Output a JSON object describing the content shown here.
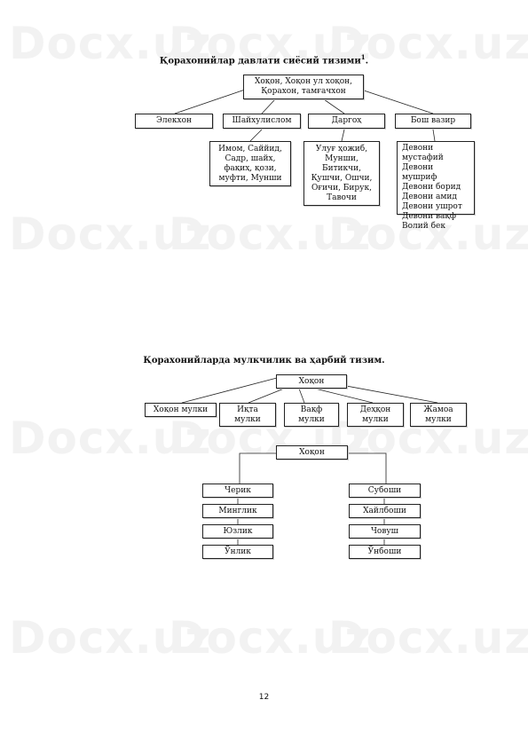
{
  "watermark": "Docx.uz",
  "diagram1": {
    "title": "Қорахонийлар давлати сиёсий тизими",
    "footnote": "1",
    "root": "Хоқон, Хоқон ул хоқон,\nҚорахон, тамғачхон",
    "branches": [
      "Элекхон",
      "Шайхулислом",
      "Даргоҳ",
      "Бош вазир"
    ],
    "details": [
      "Имом, Саййид,\nСадр, шайх,\nфақиҳ, қози,\nмуфти, Мунши",
      "Улуғ ҳожиб,\nМунши,\nБитикчи,\nҚушчи, Ошчи,\nОғичи, Бирук,\nТавочи",
      "Девони мустафий\nДевони мушриф\nДевони борид\nДевони амид\nДевони ушрот\nДевони вақф\nВолий бек"
    ]
  },
  "diagram2": {
    "title": "Қорахонийларда мулкчилик ва ҳарбий тизим.",
    "root": "Хоқон",
    "property": [
      "Хоқон мулки",
      "Иқта\nмулки",
      "Вақф\nмулки",
      "Деҳқон\nмулки",
      "Жамоа\nмулки"
    ],
    "root2": "Хоқон",
    "army_left": [
      "Черик",
      "Минглик",
      "Юзлик",
      "Ўнлик"
    ],
    "army_right": [
      "Субоши",
      "Хайлбоши",
      "Човуш",
      "Ўнбоши"
    ]
  },
  "page_number": "12"
}
